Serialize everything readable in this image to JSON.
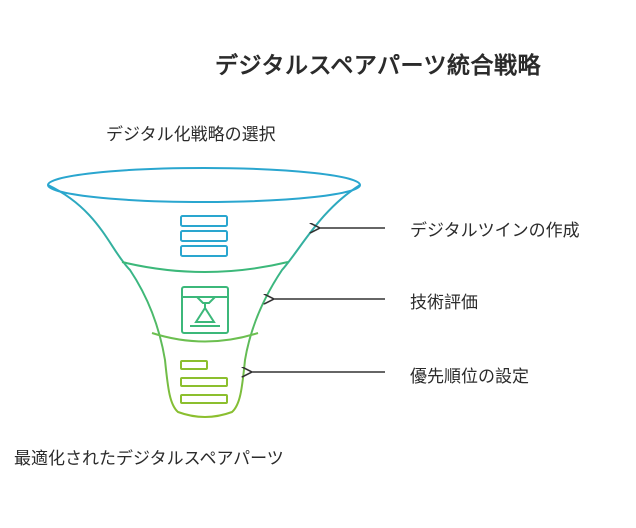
{
  "title": "デジタルスペアパーツ統合戦略",
  "top_label": "デジタル化戦略の選択",
  "bottom_label": "最適化されたデジタルスペアパーツ",
  "stages": [
    {
      "label": "デジタルツインの作成",
      "icon": "stacked-layers-icon",
      "color": "#2aa6cf"
    },
    {
      "label": "技術評価",
      "icon": "3d-printer-icon",
      "color": "#3cb87a"
    },
    {
      "label": "優先順位の設定",
      "icon": "list-bars-icon",
      "color": "#8cbf2e"
    }
  ]
}
